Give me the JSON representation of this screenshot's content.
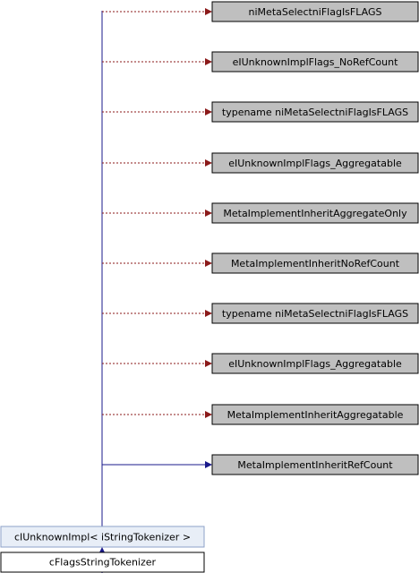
{
  "diagram": {
    "parents": [
      {
        "label": "niMetaSelectniFlagIsFLAGS",
        "link": "dotted"
      },
      {
        "label": "eIUnknownImplFlags_NoRefCount",
        "link": "dotted"
      },
      {
        "label": "typename niMetaSelectniFlagIsFLAGS",
        "link": "dotted"
      },
      {
        "label": "eIUnknownImplFlags_Aggregatable",
        "link": "dotted"
      },
      {
        "label": "MetaImplementInheritAggregateOnly",
        "link": "dotted"
      },
      {
        "label": "MetaImplementInheritNoRefCount",
        "link": "dotted"
      },
      {
        "label": "typename niMetaSelectniFlagIsFLAGS",
        "link": "dotted"
      },
      {
        "label": "eIUnknownImplFlags_Aggregatable",
        "link": "dotted"
      },
      {
        "label": "MetaImplementInheritAggregatable",
        "link": "dotted"
      },
      {
        "label": "MetaImplementInheritRefCount",
        "link": "solid"
      }
    ],
    "base": {
      "label": "cIUnknownImpl< iStringTokenizer >"
    },
    "derived": {
      "label": "cFlagsStringTokenizer"
    },
    "colors": {
      "parent_fill": "#bfbfbf",
      "base_fill": "#e8eef7",
      "base_border": "#8ea2c8",
      "derived_fill": "#ffffff",
      "border": "#000000",
      "dotted_link": "#8b1a1a",
      "solid_link": "#1a1a8b"
    }
  }
}
